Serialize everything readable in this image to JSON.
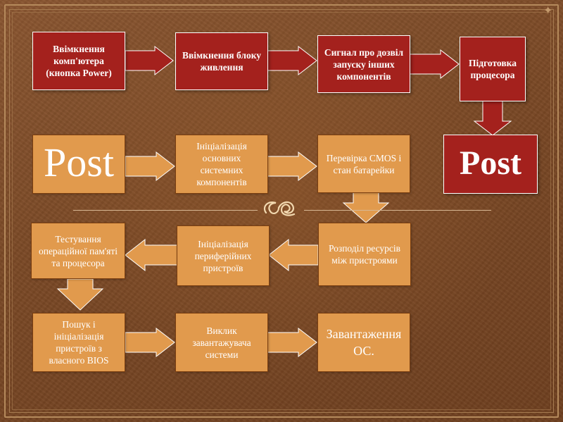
{
  "row1": {
    "power_button": "Ввімкнення комп'ютера (кнопка Power)",
    "psu_on": "Ввімкнення блоку живлення",
    "start_signal": "Сигнал про дозвіл запуску інших компонентів",
    "cpu_prep": "Підготовка процесора"
  },
  "row2": {
    "post_left": "Post",
    "init_system": "Ініціалізація основних системних компонентів",
    "cmos_check": "Перевірка CMOS і стан батарейки",
    "post_right": "Post"
  },
  "row3": {
    "test_memory": "Тестування операційної пам'яті та процесора",
    "init_peripheral": "Ініціалізація периферійних пристроїв",
    "resource_alloc": "Розподіл ресурсів між пристроями"
  },
  "row4": {
    "search_bios": "Пошук і ініціалізація пристроїв з власного BIOS",
    "call_loader": "Виклик завантажувача системи",
    "load_os": "Завантаження ОС."
  },
  "colors": {
    "red_box": "#a4211d",
    "orange_box": "#e19a4d",
    "background": "#7a4825"
  },
  "ornament_icon": "fleuron-ornament-icon"
}
